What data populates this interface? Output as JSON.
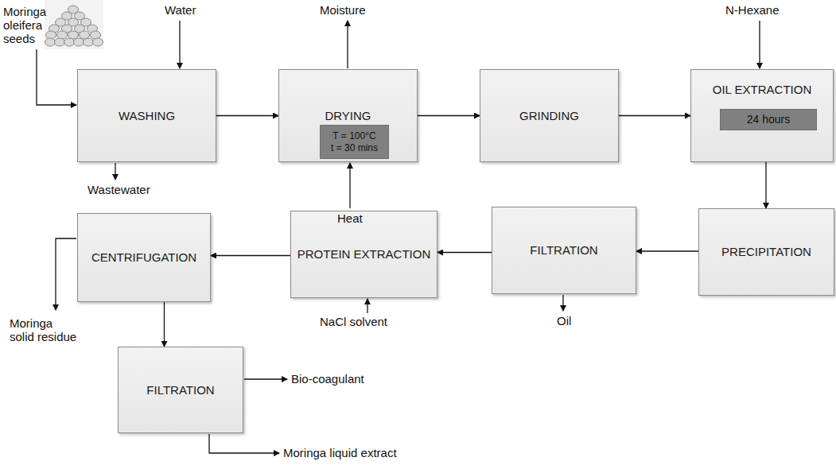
{
  "diagram": {
    "nodes": [
      {
        "text": [
          "WASHING"
        ]
      },
      {
        "text": [
          "DRYING"
        ]
      },
      {
        "text": [
          "T = 100°C",
          "t = 30 mins"
        ],
        "in": 1
      },
      {
        "text": [
          "GRINDING"
        ]
      },
      {
        "text": [
          "OIL EXTRACTION"
        ]
      },
      {
        "text": [
          "24 hours"
        ],
        "in": 4
      },
      {
        "text": [
          "PRECIPITATION"
        ]
      },
      {
        "text": [
          "FILTRATION"
        ]
      },
      {
        "text": [
          "PROTEIN EXTRACTION"
        ]
      },
      {
        "text": [
          "CENTRIFUGATION"
        ]
      },
      {
        "text": [
          "FILTRATION"
        ]
      }
    ],
    "edges": [
      {
        "from": 0,
        "to": 1,
        "arrow": "to"
      },
      {
        "from": 1,
        "to": 3,
        "arrow": "to"
      },
      {
        "from": 3,
        "to": 4,
        "arrow": "to"
      },
      {
        "from": 4,
        "to": 6,
        "arrow": "to"
      },
      {
        "from": 6,
        "to": 7,
        "arrow": "to"
      },
      {
        "from": 7,
        "to": 8,
        "arrow": "to"
      },
      {
        "from": 8,
        "to": 9,
        "arrow": "to"
      },
      {
        "from": 9,
        "to": 10,
        "arrow": "to"
      }
    ],
    "labels": [
      "Moringa oleifera seeds",
      "Water",
      "Wastewater",
      "Moisture",
      "Heat",
      "N-Hexane",
      "Oil",
      "NaCl solvent",
      "Moringa solid residue",
      "Bio-coagulant",
      "Moringa liquid extract"
    ]
  }
}
